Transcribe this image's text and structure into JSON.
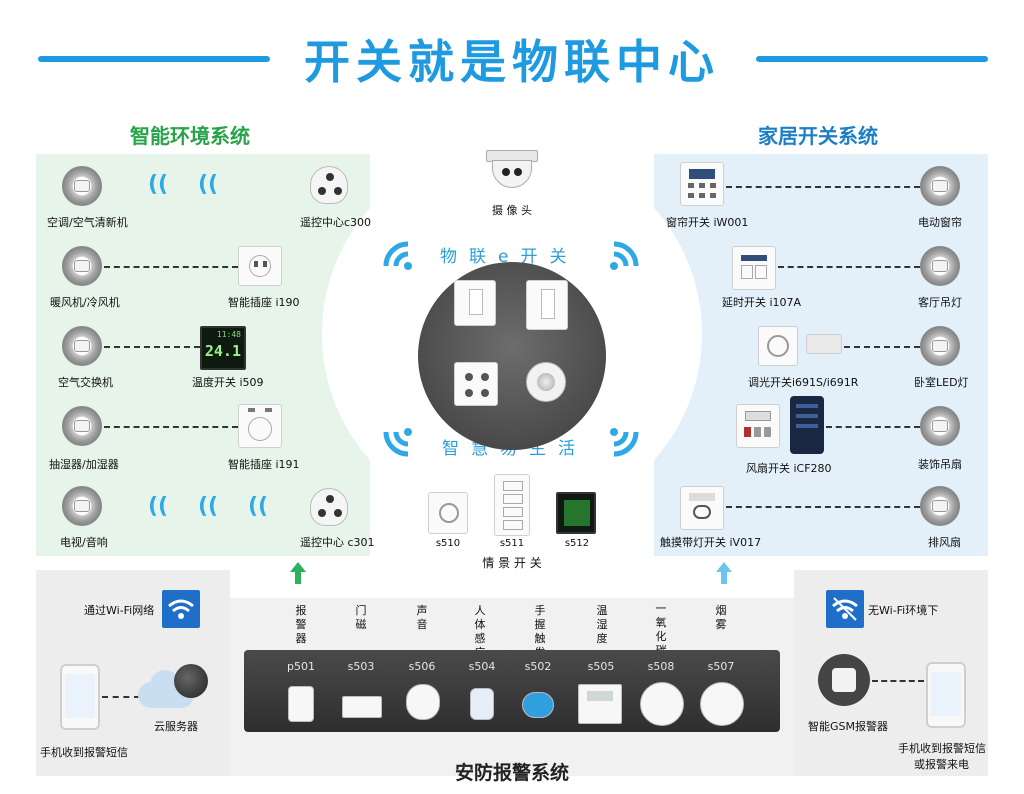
{
  "title": "开关就是物联中心",
  "left_section": {
    "title": "智能环境系统",
    "items": [
      {
        "label": "空调/空气清新机"
      },
      {
        "label": "暖风机/冷风机"
      },
      {
        "label": "空气交换机"
      },
      {
        "label": "抽湿器/加湿器"
      },
      {
        "label": "电视/音响"
      }
    ],
    "devices": [
      {
        "label": "遥控中心c300"
      },
      {
        "label": "智能插座 i190"
      },
      {
        "label": "温度开关 i509"
      },
      {
        "label": "智能插座 i191"
      },
      {
        "label": "遥控中心 c301"
      }
    ],
    "temp_screen": {
      "time": "11:48",
      "temp": "24.1"
    }
  },
  "right_section": {
    "title": "家居开关系统",
    "switches": [
      {
        "label": "窗帘开关 iW001"
      },
      {
        "label": "延时开关 i107A"
      },
      {
        "label": "调光开关i691S/i691R"
      },
      {
        "label": "风扇开关 iCF280"
      },
      {
        "label": "触摸带灯开关 iV017"
      }
    ],
    "appliances": [
      {
        "label": "电动窗帘"
      },
      {
        "label": "客厅吊灯"
      },
      {
        "label": "卧室LED灯"
      },
      {
        "label": "装饰吊扇"
      },
      {
        "label": "排风扇"
      }
    ]
  },
  "center": {
    "camera_label": "摄 像 头",
    "arc_top": "物联e开关",
    "arc_bottom": "智慧易生活",
    "scene_switches": [
      {
        "id": "s510"
      },
      {
        "id": "s511"
      },
      {
        "id": "s512"
      }
    ],
    "scene_label": "情 景 开 关"
  },
  "security": {
    "title": "安防报警系统",
    "sensors": [
      {
        "name": "报警器",
        "id": "p501"
      },
      {
        "name": "门磁",
        "id": "s503"
      },
      {
        "name": "声音",
        "id": "s506"
      },
      {
        "name": "人体感应",
        "id": "s504"
      },
      {
        "name": "手握触发",
        "id": "s502"
      },
      {
        "name": "温湿度",
        "id": "s505"
      },
      {
        "name": "一氧化碳",
        "id": "s508"
      },
      {
        "name": "烟雾",
        "id": "s507"
      }
    ]
  },
  "bottom_left": {
    "wifi_label": "通过Wi-Fi网络",
    "cloud_label": "云服务器",
    "phone_label": "手机收到报警短信"
  },
  "bottom_right": {
    "wifi_label": "无Wi-Fi环境下",
    "gsm_label": "智能GSM报警器",
    "phone_label_1": "手机收到报警短信",
    "phone_label_2": "或报警来电"
  },
  "colors": {
    "accent": "#1e9be0",
    "green": "#27a44a",
    "blue": "#1c7fc4",
    "wifi": "#2fa9e6"
  }
}
